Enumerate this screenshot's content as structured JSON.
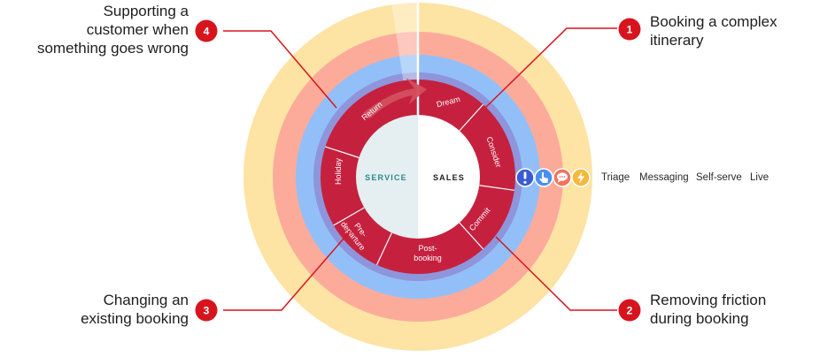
{
  "center": {
    "left_label": "SERVICE",
    "right_label": "SALES"
  },
  "stages": [
    "Dream",
    "Consider",
    "Commit",
    "Post-booking",
    "Pre-departure",
    "Holiday",
    "Return"
  ],
  "stage_lines": {
    "dream": [
      "Dream"
    ],
    "consider": [
      "Consider"
    ],
    "commit": [
      "Commit"
    ],
    "postbooking": [
      "Post-",
      "booking"
    ],
    "predeparture": [
      "Pre-",
      "departure"
    ],
    "holiday": [
      "Holiday"
    ],
    "return": [
      "Return"
    ]
  },
  "callouts": [
    {
      "number": "1",
      "lines": [
        "Booking a complex",
        "itinerary"
      ]
    },
    {
      "number": "2",
      "lines": [
        "Removing friction",
        "during booking"
      ]
    },
    {
      "number": "3",
      "lines": [
        "Changing an",
        "existing booking"
      ]
    },
    {
      "number": "4",
      "lines": [
        "Supporting a",
        "customer when",
        "something goes wrong"
      ]
    }
  ],
  "legend": [
    {
      "label": "Triage",
      "icon": "exclamation-icon",
      "color": "#3b5bd6"
    },
    {
      "label": "Messaging",
      "icon": "pointer-hand-icon",
      "color": "#4a8ff0"
    },
    {
      "label": "Self-serve",
      "icon": "chat-bubble-icon",
      "color": "#f2725f"
    },
    {
      "label": "Live",
      "icon": "lightning-icon",
      "color": "#f6b83a"
    }
  ],
  "colors": {
    "ring_live": "#fde3a4",
    "ring_selfserve": "#fcab9b",
    "ring_messaging": "#93bff8",
    "ring_triage": "#8f95db",
    "stage_ring": "#c5213f",
    "center_service": "#e5eef0",
    "center_sales": "#ffffff",
    "callout_badge": "#d7141e",
    "callout_line": "#d7141e",
    "service_text": "#2d8a8a"
  }
}
